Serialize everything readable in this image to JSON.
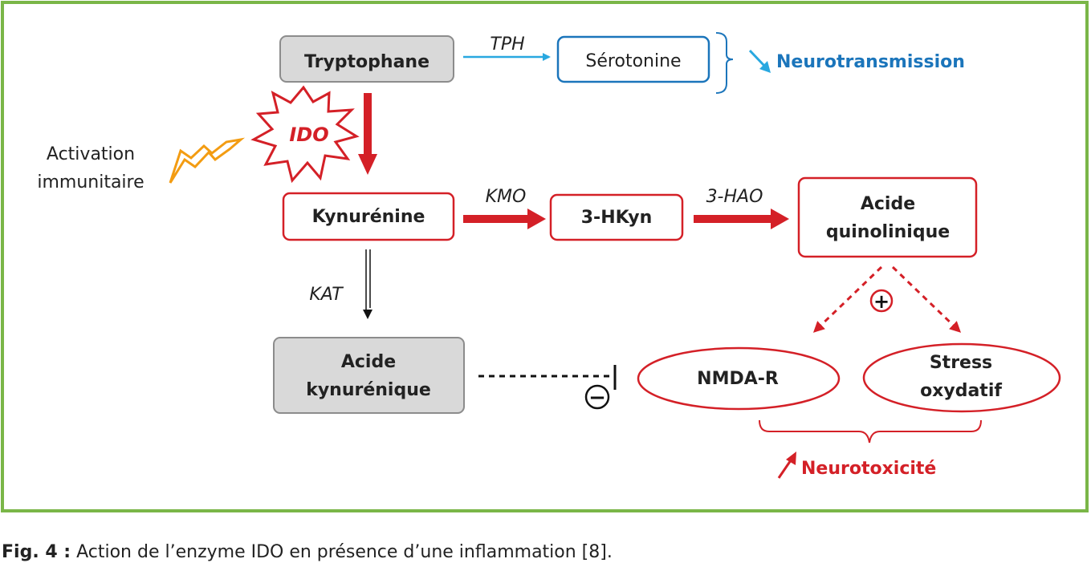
{
  "colors": {
    "frame": "#7ab648",
    "red": "#d42027",
    "blue": "#1b75bb",
    "blue_arrow": "#29a8e0",
    "grey_fill": "#d9d9d9",
    "grey_stroke": "#8c8c8c",
    "orange": "#f39c12"
  },
  "nodes": {
    "tryptophane": "Tryptophane",
    "serotonine": "Sérotonine",
    "neurotransmission": "Neurotransmission",
    "ido": "IDO",
    "activation_line1": "Activation",
    "activation_line2": "immunitaire",
    "kynurenine": "Kynurénine",
    "hkyn": "3-HKyn",
    "acide_quino_line1": "Acide",
    "acide_quino_line2": "quinolinique",
    "acide_kyn_line1": "Acide",
    "acide_kyn_line2": "kynurénique",
    "nmda": "NMDA-R",
    "stress_line1": "Stress",
    "stress_line2": "oxydatif",
    "neurotoxicite": "Neurotoxicité"
  },
  "enzymes": {
    "tph": "TPH",
    "kmo": "KMO",
    "hao": "3-HAO",
    "kat": "KAT"
  },
  "signs": {
    "plus": "+",
    "minus": "−"
  },
  "caption": {
    "label": "Fig. 4 :",
    "text": " Action de l’enzyme IDO en présence d’une inflammation [8]."
  }
}
